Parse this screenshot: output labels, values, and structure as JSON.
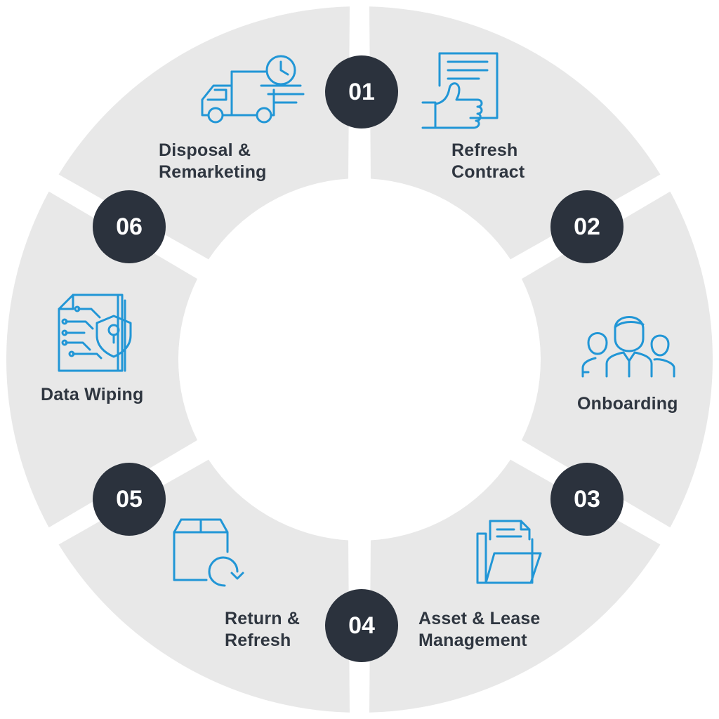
{
  "steps": [
    {
      "number": "01",
      "label_lines": [
        "Refresh",
        "Contract"
      ],
      "icon": "contract-thumbs-up-icon"
    },
    {
      "number": "02",
      "label_lines": [
        "Onboarding"
      ],
      "icon": "team-people-icon"
    },
    {
      "number": "03",
      "label_lines": [
        "Asset & Lease",
        "Management"
      ],
      "icon": "folder-documents-icon"
    },
    {
      "number": "04",
      "label_lines": [
        "Return &",
        "Refresh"
      ],
      "icon": "box-return-icon"
    },
    {
      "number": "05",
      "label_lines": [
        "Data Wiping"
      ],
      "icon": "secure-data-chip-icon"
    },
    {
      "number": "06",
      "label_lines": [
        "Disposal &",
        "Remarketing"
      ],
      "icon": "delivery-truck-clock-icon"
    }
  ],
  "colors": {
    "segment": "#e8e8e8",
    "badge": "#2b323d",
    "icon": "#2196d6",
    "text": "#2f3640"
  }
}
